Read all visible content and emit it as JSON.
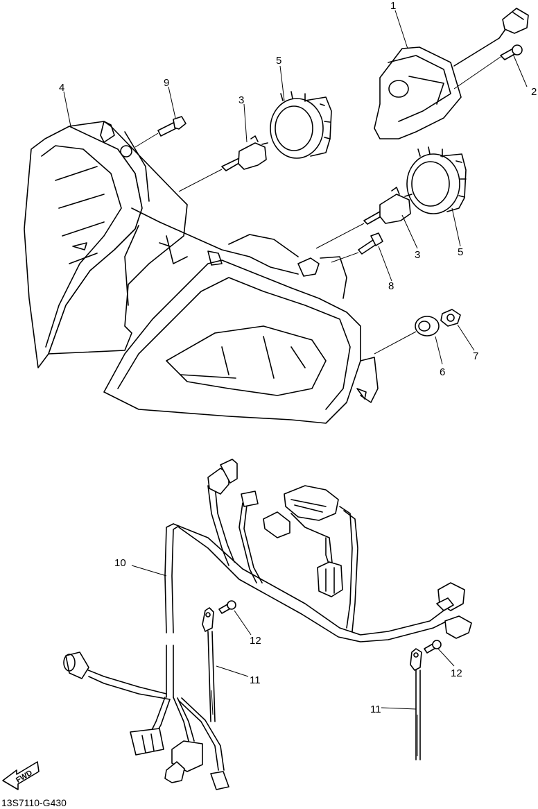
{
  "diagram_code": "13S7110-G430",
  "fwd_label": "FWD",
  "callouts": {
    "c1": "1",
    "c2": "2",
    "c3a": "3",
    "c3b": "3",
    "c4": "4",
    "c5a": "5",
    "c5b": "5",
    "c6": "6",
    "c7": "7",
    "c8": "8",
    "c9": "9",
    "c10": "10",
    "c11a": "11",
    "c11b": "11",
    "c12a": "12",
    "c12b": "12"
  }
}
